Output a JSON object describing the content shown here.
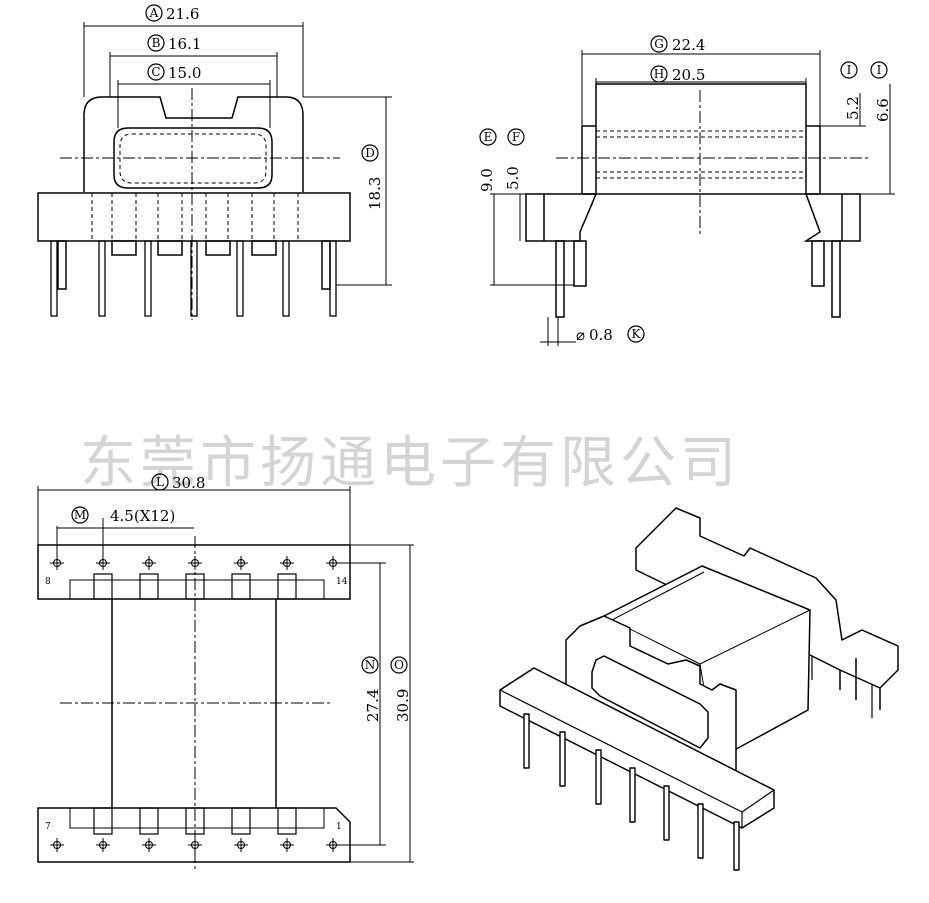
{
  "watermark": "东莞市扬通电子有限公司",
  "front_view": {
    "A": {
      "letter": "A",
      "value": "21.6"
    },
    "B": {
      "letter": "B",
      "value": "16.1"
    },
    "C": {
      "letter": "C",
      "value": "15.0"
    },
    "D": {
      "letter": "D",
      "value": "18.3"
    }
  },
  "side_view": {
    "G": {
      "letter": "G",
      "value": "22.4"
    },
    "H": {
      "letter": "H",
      "value": "20.5"
    },
    "I": {
      "letter": "I",
      "value": "5.2"
    },
    "J": {
      "letter": "I",
      "value": "6.6"
    },
    "E": {
      "letter": "E",
      "value": "9.0"
    },
    "F": {
      "letter": "F",
      "value": "5.0"
    },
    "K": {
      "letter": "K",
      "value": "0.8",
      "prefix": "⌀"
    }
  },
  "bottom_view": {
    "L": {
      "letter": "L",
      "value": "30.8"
    },
    "M": {
      "letter": "M",
      "value": "4.5(X12)"
    },
    "N": {
      "letter": "N",
      "value": "27.4"
    },
    "O": {
      "letter": "O",
      "value": "30.9"
    },
    "pin_labels": {
      "top_left": "8",
      "top_right": "14",
      "bottom_left": "7",
      "bottom_right": "1"
    }
  }
}
